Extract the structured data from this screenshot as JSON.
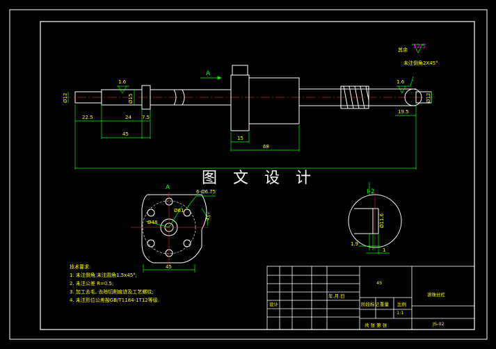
{
  "watermark": "图 文 设 计",
  "view_labels": {
    "arrow_a": "A",
    "view_a": "A",
    "section": "I-2"
  },
  "surface": {
    "ra_value": "12.5",
    "ra_main": "1.6",
    "ra_right": "1.6",
    "note_left": "其余",
    "chamfer": "未注倒角2X45°"
  },
  "dimensions": {
    "shaft_left_dia": "Ø12",
    "collar_dia": "Ø15",
    "right_dia": "Ø12",
    "len_22_5": "22.5",
    "len_24": "24",
    "len_7_5": "7.5",
    "len_45": "45",
    "len_15": "15",
    "len_68": "68",
    "len_19_5": "19.5",
    "holes": "6-Ø6.75",
    "angle": "45°",
    "d48": "Ø48",
    "d61": "Ø61",
    "flange_45": "45",
    "sec_dia": "Ø11.6",
    "sec_1_9": "1.9",
    "sec_1": "1"
  },
  "notes": {
    "title": "技术要求:",
    "items": [
      "1. 未注倒角,未注圆角1.5x45°;",
      "2. 未注公差 R=0.5;",
      "3. 加工去毛, 去除切削痕迹及工艺螺纹;",
      "4. 未注形位公差按GB/T1184-1T12等级."
    ]
  },
  "title_block": {
    "material": "45",
    "part_name": "滚珠丝杠",
    "scale": "1:1",
    "drawing_no": "JS-02",
    "design_label": "设计",
    "stage_label": "阶段标记",
    "weight_label": "重量",
    "ratio_label": "比例",
    "sheet_label": "共 张 第 张",
    "date_label": "年.月.日"
  }
}
